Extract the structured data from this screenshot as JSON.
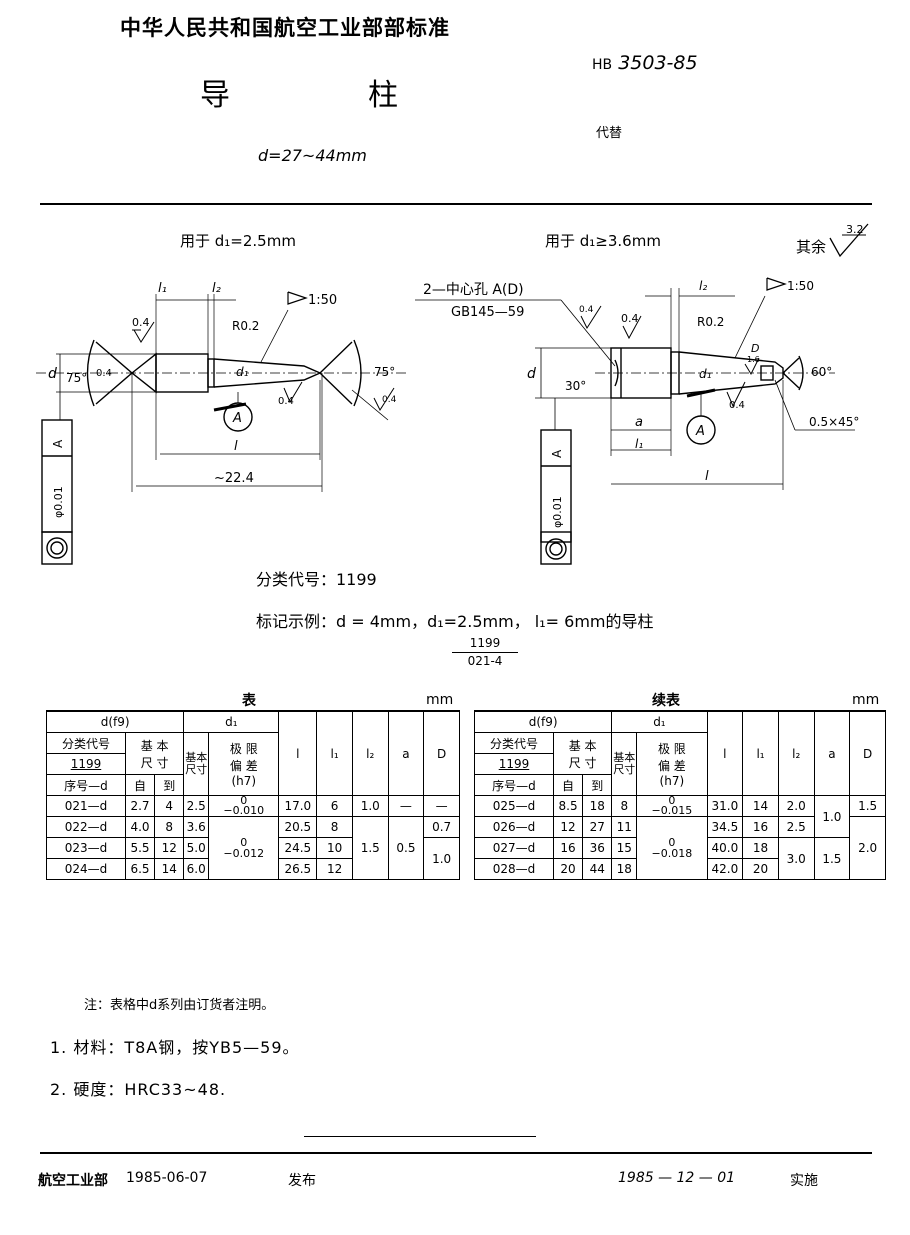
{
  "header": {
    "org": "中华人民共和国航空工业部部标准",
    "title_char1": "导",
    "title_char2": "柱",
    "std_prefix": "HB",
    "std_number": "3503-85",
    "replace": "代替",
    "range": "d=27~44mm"
  },
  "figure_left": {
    "caption": "用于 d₁=2.5mm",
    "labels": {
      "l1": "l₁",
      "l2": "l₂",
      "taper": "1:50",
      "r": "R0.2",
      "r04a": "0.4",
      "r04b": "0.4",
      "d": "d",
      "d1": "d₁",
      "angle_l": "75°",
      "angle_r": "75°",
      "rough": "0.4",
      "datum": "A",
      "l": "l",
      "overall": "~22.4",
      "tol": "φ0.01",
      "tol_datum": "A",
      "ra": "0.4"
    }
  },
  "figure_right": {
    "caption": "用于 d₁≥3.6mm",
    "remaining": "其余",
    "remaining_ra": "3.2",
    "labels": {
      "center_hole": "2—中心孔 A(D)",
      "center_std": "GB145—59",
      "l2": "l₂",
      "taper": "1:50",
      "r": "R0.2",
      "r04": "0.4",
      "d": "d",
      "d1": "d₁",
      "D": "D",
      "a30": "30°",
      "a60": "60°",
      "a": "a",
      "l1": "l₁",
      "datum": "A",
      "rough": "0.4",
      "rough2": "1.6",
      "ra": "0.4",
      "chamfer": "0.5×45°",
      "l": "l",
      "tol": "φ0.01",
      "tol_datum": "A"
    }
  },
  "classification": {
    "label": "分类代号：1199",
    "example_label": "标记示例：",
    "example_text": "d = 4mm，d₁=2.5mm，  l₁= 6mm的导柱",
    "fraction_top": "1199",
    "fraction_bottom": "021-4"
  },
  "table_left": {
    "caption": "表",
    "unit": "mm",
    "header": {
      "d": "d(f9)",
      "d1": "d₁",
      "code": "分类代号",
      "code_no": "1199",
      "seq": "序号—d",
      "base": "基 本",
      "size": "尺 寸",
      "from": "自",
      "to": "到",
      "d1_base": "基本尺寸",
      "limit": "极 限",
      "dev": "偏 差",
      "h7": "(h7)",
      "l": "l",
      "l1": "l₁",
      "l2": "l₂",
      "a": "a",
      "D": "D"
    },
    "rows": [
      {
        "seq": "021—d",
        "from": "2.7",
        "to": "4",
        "d1": "2.5",
        "dev": "−0.010",
        "dev_top": "0",
        "l": "17.0",
        "l1": "6",
        "l2": "1.0",
        "a": "—",
        "D": "—"
      },
      {
        "seq": "022—d",
        "from": "4.0",
        "to": "8",
        "d1": "3.6",
        "l": "20.5",
        "l1": "8",
        "D": "0.7"
      },
      {
        "seq": "023—d",
        "from": "5.5",
        "to": "12",
        "d1": "5.0",
        "dev": "−0.012",
        "dev_top": "0",
        "l": "24.5",
        "l1": "10",
        "l2": "1.5",
        "a": "0.5",
        "D": "1.0"
      },
      {
        "seq": "024—d",
        "from": "6.5",
        "to": "14",
        "d1": "6.0",
        "l": "26.5",
        "l1": "12"
      }
    ]
  },
  "table_right": {
    "caption": "续表",
    "unit": "mm",
    "rows": [
      {
        "seq": "025—d",
        "from": "8.5",
        "to": "18",
        "d1": "8",
        "dev": "−0.015",
        "dev_top": "0",
        "l": "31.0",
        "l1": "14",
        "l2": "2.0",
        "a": "1.0",
        "D": "1.5"
      },
      {
        "seq": "026—d",
        "from": "12",
        "to": "27",
        "d1": "11",
        "l": "34.5",
        "l1": "16",
        "l2": "2.5"
      },
      {
        "seq": "027—d",
        "from": "16",
        "to": "36",
        "d1": "15",
        "dev": "−0.018",
        "dev_top": "0",
        "l": "40.0",
        "l1": "18",
        "l2": "3.0",
        "a": "1.5",
        "D": "2.0"
      },
      {
        "seq": "028—d",
        "from": "20",
        "to": "44",
        "d1": "18",
        "l": "42.0",
        "l1": "20"
      }
    ]
  },
  "notes": {
    "note": "注：表格中d系列由订货者注明。",
    "item1": "1. 材料：T8A钢，按YB5—59。",
    "item2": "2. 硬度：HRC33~48."
  },
  "footer": {
    "issuer": "航空工业部",
    "issue_date": "1985-06-07",
    "issue": "发布",
    "effective_date": "1985 — 12 — 01",
    "effective": "实施"
  }
}
